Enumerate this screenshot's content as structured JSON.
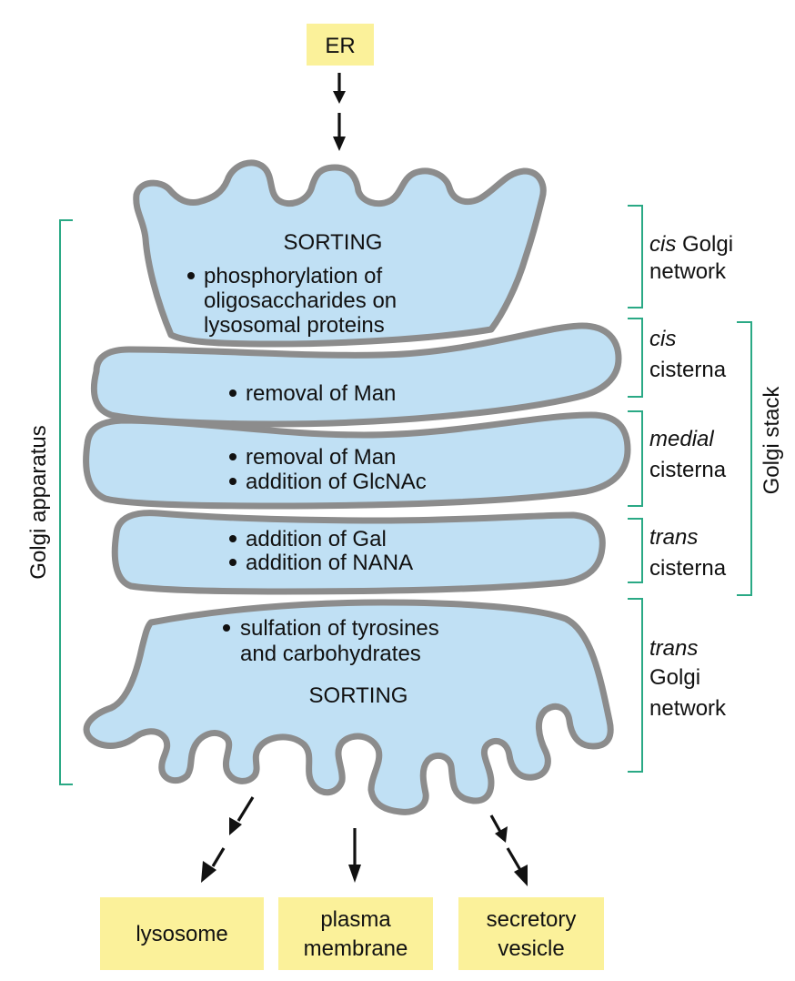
{
  "top_box": {
    "label": "ER"
  },
  "compartments": {
    "cis_network": {
      "title": "SORTING",
      "lines": [
        "phosphorylation of",
        "oligosaccharides on",
        "lysosomal proteins"
      ]
    },
    "cis_cisterna": {
      "lines": [
        "removal of Man"
      ]
    },
    "medial_cisterna": {
      "lines": [
        "removal of Man",
        "addition of GlcNAc"
      ]
    },
    "trans_cisterna": {
      "lines": [
        "addition of Gal",
        "addition of NANA"
      ]
    },
    "trans_network": {
      "lines": [
        "sulfation of tyrosines",
        "and carbohydrates"
      ],
      "title": "SORTING"
    }
  },
  "right_labels": {
    "cis_network": {
      "italic": "cis",
      "rest": " Golgi",
      "line2": "network"
    },
    "cis_cisterna": {
      "italic": "cis",
      "line2": "cisterna"
    },
    "medial_cisterna": {
      "italic": "medial",
      "line2": "cisterna"
    },
    "trans_cisterna": {
      "italic": "trans",
      "line2": "cisterna"
    },
    "trans_network": {
      "italic": "trans",
      "line2": "Golgi",
      "line3": "network"
    }
  },
  "side_labels": {
    "left": "Golgi apparatus",
    "right": "Golgi stack"
  },
  "destinations": {
    "lysosome": {
      "line1": "lysosome"
    },
    "plasma_membrane": {
      "line1": "plasma",
      "line2": "membrane"
    },
    "secretory_vesicle": {
      "line1": "secretory",
      "line2": "vesicle"
    }
  },
  "colors": {
    "box_fill": "#fbf19a",
    "cisterna_fill": "#c0e0f4",
    "cisterna_outline": "#8c8c8c",
    "bracket": "#2aa985"
  }
}
